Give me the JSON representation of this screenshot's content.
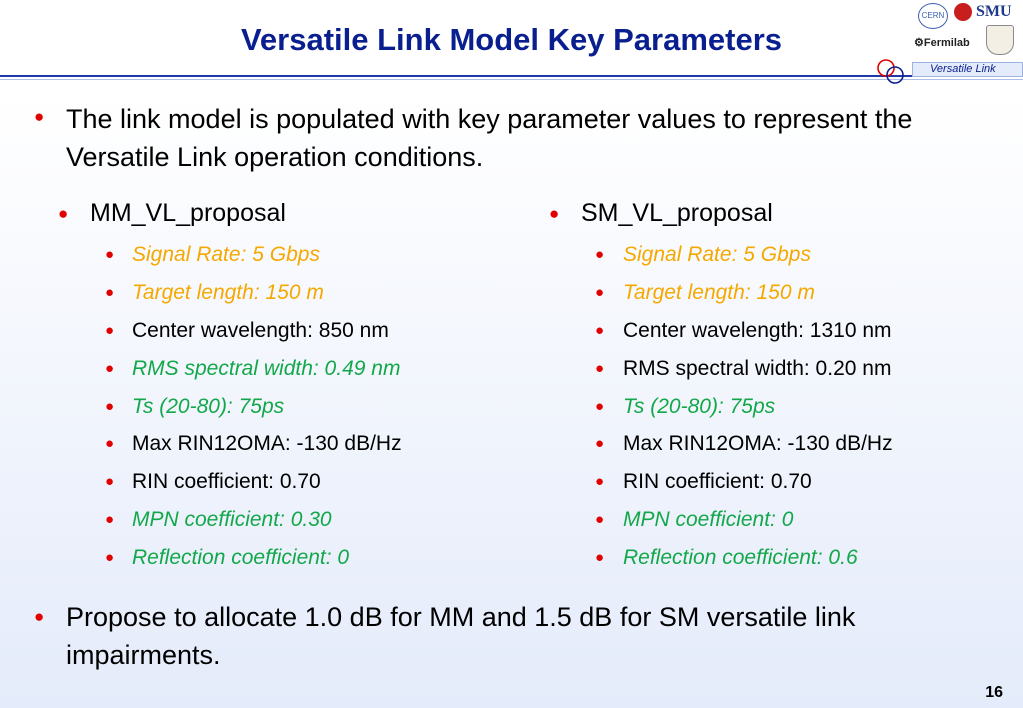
{
  "title": "Versatile Link Model Key Parameters",
  "header_badge": "Versatile Link",
  "logos": {
    "cern": "CERN",
    "smu": "SMU",
    "fermilab": "Fermilab"
  },
  "intro_bullet": "The link model is populated with key parameter values to represent the Versatile Link operation conditions.",
  "columns": [
    {
      "heading": "MM_VL_proposal",
      "items": [
        {
          "text": "Signal Rate: 5 Gbps",
          "style": "orange"
        },
        {
          "text": "Target length: 150 m",
          "style": "orange"
        },
        {
          "text": "Center wavelength: 850 nm",
          "style": "black"
        },
        {
          "text": "RMS spectral width: 0.49 nm",
          "style": "green"
        },
        {
          "text": "Ts (20-80): 75ps",
          "style": "green"
        },
        {
          "text": "Max RIN12OMA: -130 dB/Hz",
          "style": "black"
        },
        {
          "text": "RIN coefficient: 0.70",
          "style": "black"
        },
        {
          "text": "MPN coefficient: 0.30",
          "style": "green"
        },
        {
          "text": "Reflection coefficient: 0",
          "style": "green"
        }
      ]
    },
    {
      "heading": "SM_VL_proposal",
      "items": [
        {
          "text": "Signal Rate: 5 Gbps",
          "style": "orange"
        },
        {
          "text": "Target length: 150 m",
          "style": "orange"
        },
        {
          "text": "Center wavelength: 1310 nm",
          "style": "black"
        },
        {
          "text": "RMS spectral width: 0.20 nm",
          "style": "black"
        },
        {
          "text": "Ts (20-80): 75ps",
          "style": "green"
        },
        {
          "text": "Max RIN12OMA: -130 dB/Hz",
          "style": "black"
        },
        {
          "text": "RIN coefficient: 0.70",
          "style": "black"
        },
        {
          "text": "MPN coefficient: 0",
          "style": "green"
        },
        {
          "text": "Reflection coefficient: 0.6",
          "style": "green"
        }
      ]
    }
  ],
  "closing_bullet": "Propose to allocate 1.0 dB for MM and 1.5 dB for SM versatile link impairments.",
  "page_number": "16",
  "colors": {
    "title": "#0a1f8f",
    "bullet": "#e00000",
    "orange": "#f5a800",
    "green": "#12a84a"
  }
}
